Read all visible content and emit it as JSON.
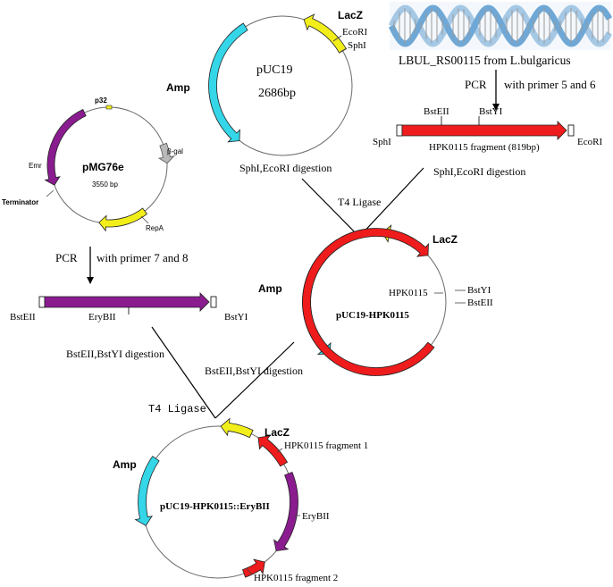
{
  "colors": {
    "amp": "#34d6e8",
    "lacz": "#f2ee1a",
    "hpk": "#ee1c1c",
    "purple": "#8a1c8f",
    "gray": "#b9b9b9",
    "helix": "#6fa8d6"
  },
  "pUC19": {
    "name": "pUC19",
    "size": "2686bp",
    "amp": "Amp",
    "lacz": "LacZ",
    "ecori": "EcoRI",
    "sphi": "SphI"
  },
  "dna_source": {
    "label": "LBUL_RS00115 from L.bulgaricus"
  },
  "pcr1": {
    "pcr": "PCR",
    "primer": "with primer 5 and 6"
  },
  "fragment1": {
    "bsteii": "BstEII",
    "bstyi": "BstYI",
    "name": "HPK0115 fragment (819bp)",
    "sphi": "SphI",
    "ecori": "EcoRI"
  },
  "pMG76e": {
    "name": "pMG76e",
    "size": "3550 bp",
    "p32": "p32",
    "bgal": "β-gal",
    "emr": "Emr",
    "terminator": "Terminator",
    "repa": "RepA"
  },
  "pcr2": {
    "pcr": "PCR",
    "primer": "with primer 7 and 8"
  },
  "fragment2": {
    "bsteii": "BstEII",
    "erybii": "EryBII",
    "bstyi": "BstYI"
  },
  "digest": {
    "sphi_ecori_left": "SphI,EcoRI digestion",
    "sphi_ecori_right": "SphI,EcoRI digestion",
    "t4_ligase_1": "T4 Ligase",
    "bst_left": "BstEII,BstYI digestion",
    "bst_right": "BstEII,BstYI digestion",
    "t4_ligase_2": "T4 Ligase"
  },
  "pUC19_HPK0115": {
    "name": "pUC19-HPK0115",
    "amp": "Amp",
    "lacz": "LacZ",
    "hpk": "HPK0115",
    "bstyi": "BstYI",
    "bsteii": "BstEII"
  },
  "final": {
    "name": "pUC19-HPK0115::EryBII",
    "amp": "Amp",
    "lacz": "LacZ",
    "frag1": "HPK0115 fragment 1",
    "erybii": "EryBII",
    "frag2": "HPK0115 fragment 2"
  }
}
